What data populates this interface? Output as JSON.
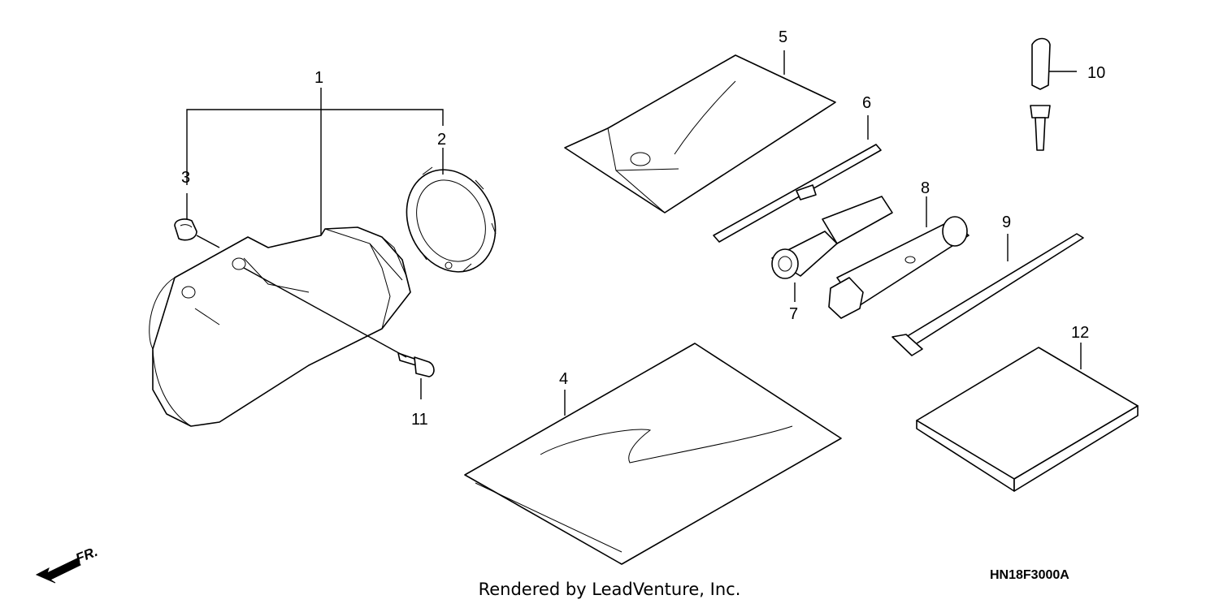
{
  "diagram": {
    "code": "HN18F3000A",
    "footer": "Rendered by LeadVenture, Inc.",
    "direction_label": "FR.",
    "callouts": {
      "p1": "1",
      "p2": "2",
      "p3": "3",
      "p4": "4",
      "p5": "5",
      "p6": "6",
      "p7": "7",
      "p8": "8",
      "p9": "9",
      "p10": "10",
      "p11": "11",
      "p12": "12"
    },
    "icons": [
      "front-direction-arrow-icon"
    ]
  }
}
